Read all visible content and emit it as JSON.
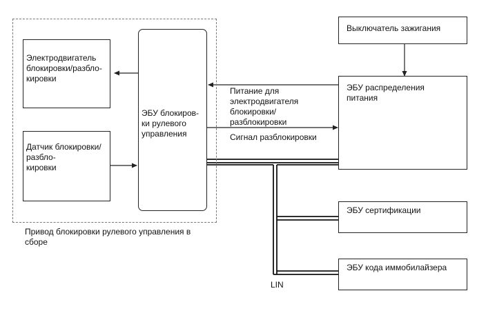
{
  "blocks": {
    "motor": "Электродвигатель\nблокировки/разбло-\nкировки",
    "sensor": "Датчик блокировки/\nразбло-\nкировки",
    "steering_ecu": "ЭБУ блокиров-\nки рулевого\nуправления",
    "ignition_switch": "Выключатель зажигания",
    "power_ecu": "ЭБУ распределения\nпитания",
    "cert_ecu": "ЭБУ сертификации",
    "immo_ecu": "ЭБУ кода иммобилайзера"
  },
  "signals": {
    "power_supply": "Питание для\nэлектродвигателя\nблокировки/\nразблокировки",
    "unlock_signal": "Сигнал разблокировки",
    "lin": "LIN"
  },
  "assembly_label": "Привод блокировки рулевого управления в\nсборе"
}
